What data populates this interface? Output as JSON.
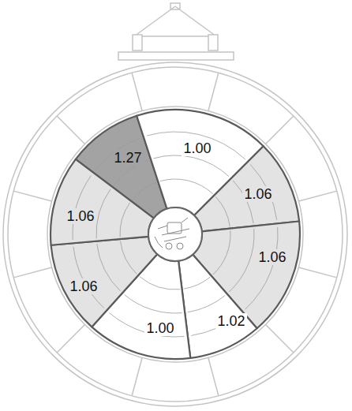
{
  "diagram": {
    "nodes": [
      {
        "text": [
          "1.27"
        ]
      },
      {
        "text": [
          "1.00"
        ]
      },
      {
        "text": [
          "1.06"
        ]
      },
      {
        "text": [
          "1.06"
        ]
      },
      {
        "text": [
          "1.02"
        ]
      },
      {
        "text": [
          "1.00"
        ]
      },
      {
        "text": [
          "1.06"
        ]
      },
      {
        "text": [
          "1.06"
        ]
      }
    ]
  }
}
